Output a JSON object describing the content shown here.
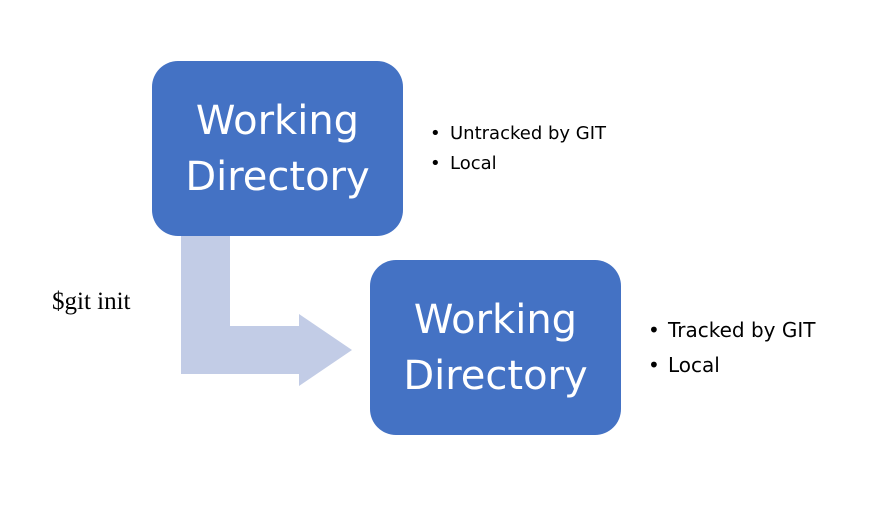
{
  "diagram": {
    "colors": {
      "box_fill": "#4472C4",
      "box_text": "#ffffff",
      "arrow_fill": "#C2CCE6",
      "text": "#000000"
    },
    "command": "$git init",
    "before": {
      "title_line1": "Working",
      "title_line2": "Directory",
      "notes": [
        "Untracked by GIT",
        "Local"
      ]
    },
    "after": {
      "title_line1": "Working",
      "title_line2": "Directory",
      "notes": [
        "Tracked by GIT",
        "Local"
      ]
    },
    "connector": {
      "shape": "bent-arrow",
      "from": "before",
      "to": "after"
    }
  }
}
